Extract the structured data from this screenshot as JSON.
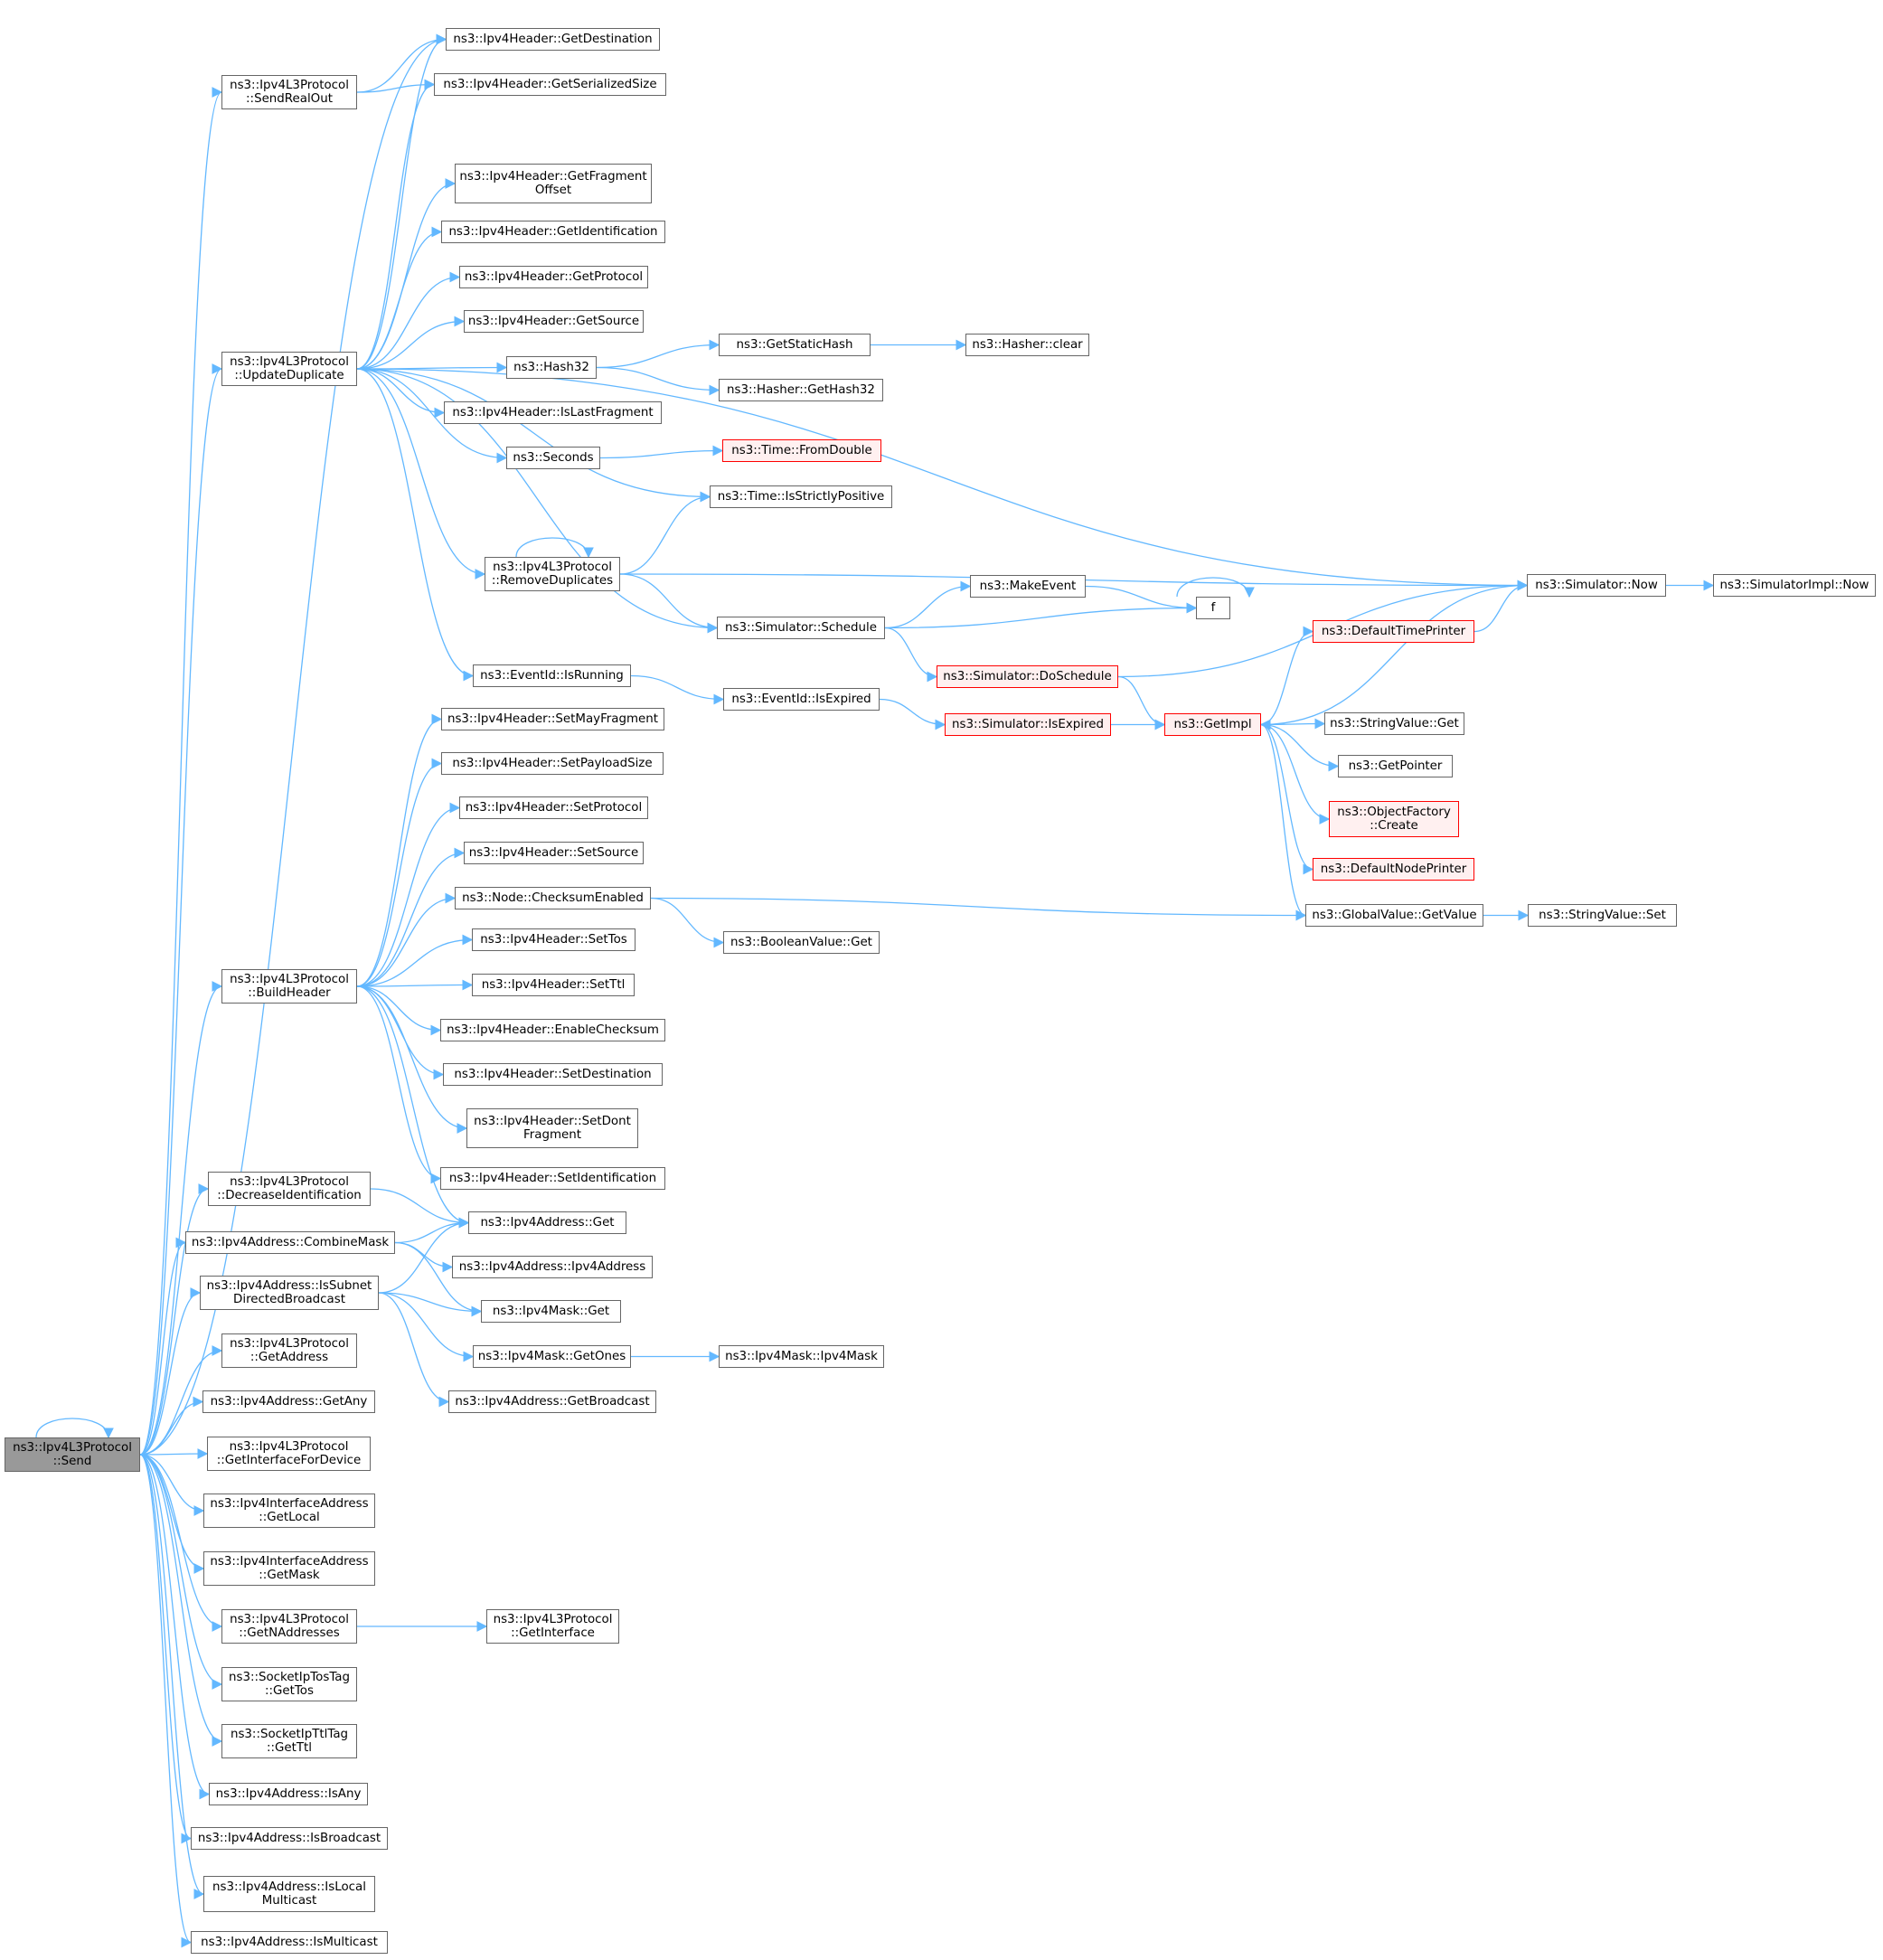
{
  "colors": {
    "edge": "#63b8ff",
    "node_border": "#666666",
    "red_border": "#ff0000",
    "red_fill": "#fff0f0",
    "root_fill": "#999999"
  },
  "nodes": [
    {
      "id": "send",
      "lines": [
        "ns3::Ipv4L3Protocol",
        "::Send"
      ],
      "style": "root"
    },
    {
      "id": "sendRealOut",
      "lines": [
        "ns3::Ipv4L3Protocol",
        "::SendRealOut"
      ]
    },
    {
      "id": "getDestination",
      "lines": [
        "ns3::Ipv4Header::GetDestination"
      ]
    },
    {
      "id": "getSerializedSize",
      "lines": [
        "ns3::Ipv4Header::GetSerializedSize"
      ]
    },
    {
      "id": "getFragmentOffset",
      "lines": [
        "ns3::Ipv4Header::GetFragment",
        "Offset"
      ]
    },
    {
      "id": "getIdentification",
      "lines": [
        "ns3::Ipv4Header::GetIdentification"
      ]
    },
    {
      "id": "getProtocol",
      "lines": [
        "ns3::Ipv4Header::GetProtocol"
      ]
    },
    {
      "id": "getSource",
      "lines": [
        "ns3::Ipv4Header::GetSource"
      ]
    },
    {
      "id": "updateDuplicate",
      "lines": [
        "ns3::Ipv4L3Protocol",
        "::UpdateDuplicate"
      ]
    },
    {
      "id": "hash32",
      "lines": [
        "ns3::Hash32"
      ]
    },
    {
      "id": "getStaticHash",
      "lines": [
        "ns3::GetStaticHash"
      ]
    },
    {
      "id": "hasherClear",
      "lines": [
        "ns3::Hasher::clear"
      ]
    },
    {
      "id": "hasherGetHash32",
      "lines": [
        "ns3::Hasher::GetHash32"
      ]
    },
    {
      "id": "isLastFragment",
      "lines": [
        "ns3::Ipv4Header::IsLastFragment"
      ]
    },
    {
      "id": "seconds",
      "lines": [
        "ns3::Seconds"
      ]
    },
    {
      "id": "fromDouble",
      "lines": [
        "ns3::Time::FromDouble"
      ],
      "style": "red"
    },
    {
      "id": "isStrictlyPositive",
      "lines": [
        "ns3::Time::IsStrictlyPositive"
      ]
    },
    {
      "id": "removeDuplicates",
      "lines": [
        "ns3::Ipv4L3Protocol",
        "::RemoveDuplicates"
      ]
    },
    {
      "id": "simNow",
      "lines": [
        "ns3::Simulator::Now"
      ]
    },
    {
      "id": "simImplNow",
      "lines": [
        "ns3::SimulatorImpl::Now"
      ]
    },
    {
      "id": "makeEvent",
      "lines": [
        "ns3::MakeEvent"
      ]
    },
    {
      "id": "f",
      "lines": [
        "f"
      ]
    },
    {
      "id": "schedule",
      "lines": [
        "ns3::Simulator::Schedule"
      ]
    },
    {
      "id": "defaultTimePrinter",
      "lines": [
        "ns3::DefaultTimePrinter"
      ],
      "style": "red"
    },
    {
      "id": "doSchedule",
      "lines": [
        "ns3::Simulator::DoSchedule"
      ],
      "style": "red"
    },
    {
      "id": "eventIsRunning",
      "lines": [
        "ns3::EventId::IsRunning"
      ]
    },
    {
      "id": "eventIsExpired",
      "lines": [
        "ns3::EventId::IsExpired"
      ]
    },
    {
      "id": "simIsExpired",
      "lines": [
        "ns3::Simulator::IsExpired"
      ],
      "style": "red"
    },
    {
      "id": "getImpl",
      "lines": [
        "ns3::GetImpl"
      ],
      "style": "red"
    },
    {
      "id": "stringValueGet",
      "lines": [
        "ns3::StringValue::Get"
      ]
    },
    {
      "id": "getPointer",
      "lines": [
        "ns3::GetPointer"
      ]
    },
    {
      "id": "objectFactoryCreate",
      "lines": [
        "ns3::ObjectFactory",
        "::Create"
      ],
      "style": "red"
    },
    {
      "id": "defaultNodePrinter",
      "lines": [
        "ns3::DefaultNodePrinter"
      ],
      "style": "red"
    },
    {
      "id": "globalGetValue",
      "lines": [
        "ns3::GlobalValue::GetValue"
      ]
    },
    {
      "id": "stringValueSet",
      "lines": [
        "ns3::StringValue::Set"
      ]
    },
    {
      "id": "setMayFragment",
      "lines": [
        "ns3::Ipv4Header::SetMayFragment"
      ]
    },
    {
      "id": "setPayloadSize",
      "lines": [
        "ns3::Ipv4Header::SetPayloadSize"
      ]
    },
    {
      "id": "setProtocol",
      "lines": [
        "ns3::Ipv4Header::SetProtocol"
      ]
    },
    {
      "id": "setSource",
      "lines": [
        "ns3::Ipv4Header::SetSource"
      ]
    },
    {
      "id": "checksumEnabled",
      "lines": [
        "ns3::Node::ChecksumEnabled"
      ]
    },
    {
      "id": "booleanValueGet",
      "lines": [
        "ns3::BooleanValue::Get"
      ]
    },
    {
      "id": "buildHeader",
      "lines": [
        "ns3::Ipv4L3Protocol",
        "::BuildHeader"
      ]
    },
    {
      "id": "setTos",
      "lines": [
        "ns3::Ipv4Header::SetTos"
      ]
    },
    {
      "id": "setTtl",
      "lines": [
        "ns3::Ipv4Header::SetTtl"
      ]
    },
    {
      "id": "enableChecksum",
      "lines": [
        "ns3::Ipv4Header::EnableChecksum"
      ]
    },
    {
      "id": "setDestination",
      "lines": [
        "ns3::Ipv4Header::SetDestination"
      ]
    },
    {
      "id": "setDontFragment",
      "lines": [
        "ns3::Ipv4Header::SetDont",
        "Fragment"
      ]
    },
    {
      "id": "setIdentification",
      "lines": [
        "ns3::Ipv4Header::SetIdentification"
      ]
    },
    {
      "id": "decreaseIdentification",
      "lines": [
        "ns3::Ipv4L3Protocol",
        "::DecreaseIdentification"
      ]
    },
    {
      "id": "ipv4AddressGet",
      "lines": [
        "ns3::Ipv4Address::Get"
      ]
    },
    {
      "id": "combineMask",
      "lines": [
        "ns3::Ipv4Address::CombineMask"
      ]
    },
    {
      "id": "ipv4AddressCtor",
      "lines": [
        "ns3::Ipv4Address::Ipv4Address"
      ]
    },
    {
      "id": "isSubnetDirectedBroadcast",
      "lines": [
        "ns3::Ipv4Address::IsSubnet",
        "DirectedBroadcast"
      ]
    },
    {
      "id": "ipv4MaskGet",
      "lines": [
        "ns3::Ipv4Mask::Get"
      ]
    },
    {
      "id": "getOnes",
      "lines": [
        "ns3::Ipv4Mask::GetOnes"
      ]
    },
    {
      "id": "ipv4MaskCtor",
      "lines": [
        "ns3::Ipv4Mask::Ipv4Mask"
      ]
    },
    {
      "id": "getAddress",
      "lines": [
        "ns3::Ipv4L3Protocol",
        "::GetAddress"
      ]
    },
    {
      "id": "getBroadcast",
      "lines": [
        "ns3::Ipv4Address::GetBroadcast"
      ]
    },
    {
      "id": "getAny",
      "lines": [
        "ns3::Ipv4Address::GetAny"
      ]
    },
    {
      "id": "getInterfaceForDevice",
      "lines": [
        "ns3::Ipv4L3Protocol",
        "::GetInterfaceForDevice"
      ]
    },
    {
      "id": "getLocal",
      "lines": [
        "ns3::Ipv4InterfaceAddress",
        "::GetLocal"
      ]
    },
    {
      "id": "getMask",
      "lines": [
        "ns3::Ipv4InterfaceAddress",
        "::GetMask"
      ]
    },
    {
      "id": "getNAddresses",
      "lines": [
        "ns3::Ipv4L3Protocol",
        "::GetNAddresses"
      ]
    },
    {
      "id": "getInterface",
      "lines": [
        "ns3::Ipv4L3Protocol",
        "::GetInterface"
      ]
    },
    {
      "id": "getTos",
      "lines": [
        "ns3::SocketIpTosTag",
        "::GetTos"
      ]
    },
    {
      "id": "getTtl",
      "lines": [
        "ns3::SocketIpTtlTag",
        "::GetTtl"
      ]
    },
    {
      "id": "isAny",
      "lines": [
        "ns3::Ipv4Address::IsAny"
      ]
    },
    {
      "id": "isBroadcast",
      "lines": [
        "ns3::Ipv4Address::IsBroadcast"
      ]
    },
    {
      "id": "isLocalMulticast",
      "lines": [
        "ns3::Ipv4Address::IsLocal",
        "Multicast"
      ]
    },
    {
      "id": "isMulticast",
      "lines": [
        "ns3::Ipv4Address::IsMulticast"
      ]
    }
  ],
  "edges": [
    [
      "send",
      "send"
    ],
    [
      "send",
      "getDestination"
    ],
    [
      "send",
      "sendRealOut"
    ],
    [
      "send",
      "updateDuplicate"
    ],
    [
      "send",
      "buildHeader"
    ],
    [
      "send",
      "decreaseIdentification"
    ],
    [
      "send",
      "combineMask"
    ],
    [
      "send",
      "isSubnetDirectedBroadcast"
    ],
    [
      "send",
      "getAddress"
    ],
    [
      "send",
      "getAny"
    ],
    [
      "send",
      "getInterfaceForDevice"
    ],
    [
      "send",
      "getLocal"
    ],
    [
      "send",
      "getMask"
    ],
    [
      "send",
      "getNAddresses"
    ],
    [
      "send",
      "getTos"
    ],
    [
      "send",
      "getTtl"
    ],
    [
      "send",
      "isAny"
    ],
    [
      "send",
      "isBroadcast"
    ],
    [
      "send",
      "isLocalMulticast"
    ],
    [
      "send",
      "isMulticast"
    ],
    [
      "sendRealOut",
      "getDestination"
    ],
    [
      "sendRealOut",
      "getSerializedSize"
    ],
    [
      "updateDuplicate",
      "getDestination"
    ],
    [
      "updateDuplicate",
      "getSerializedSize"
    ],
    [
      "updateDuplicate",
      "simNow"
    ],
    [
      "updateDuplicate",
      "getFragmentOffset"
    ],
    [
      "updateDuplicate",
      "getIdentification"
    ],
    [
      "updateDuplicate",
      "getProtocol"
    ],
    [
      "updateDuplicate",
      "getSource"
    ],
    [
      "updateDuplicate",
      "hash32"
    ],
    [
      "updateDuplicate",
      "isLastFragment"
    ],
    [
      "updateDuplicate",
      "seconds"
    ],
    [
      "updateDuplicate",
      "isStrictlyPositive"
    ],
    [
      "updateDuplicate",
      "removeDuplicates"
    ],
    [
      "updateDuplicate",
      "schedule"
    ],
    [
      "updateDuplicate",
      "eventIsRunning"
    ],
    [
      "hash32",
      "getStaticHash"
    ],
    [
      "hash32",
      "hasherGetHash32"
    ],
    [
      "getStaticHash",
      "hasherClear"
    ],
    [
      "seconds",
      "fromDouble"
    ],
    [
      "removeDuplicates",
      "removeDuplicates"
    ],
    [
      "removeDuplicates",
      "isStrictlyPositive"
    ],
    [
      "removeDuplicates",
      "simNow"
    ],
    [
      "removeDuplicates",
      "schedule"
    ],
    [
      "schedule",
      "makeEvent"
    ],
    [
      "schedule",
      "f"
    ],
    [
      "schedule",
      "doSchedule"
    ],
    [
      "makeEvent",
      "f"
    ],
    [
      "f",
      "f"
    ],
    [
      "doSchedule",
      "simNow"
    ],
    [
      "doSchedule",
      "getImpl"
    ],
    [
      "simNow",
      "simImplNow"
    ],
    [
      "simNow",
      "getImpl"
    ],
    [
      "eventIsRunning",
      "eventIsExpired"
    ],
    [
      "eventIsExpired",
      "simIsExpired"
    ],
    [
      "simIsExpired",
      "getImpl"
    ],
    [
      "getImpl",
      "defaultTimePrinter"
    ],
    [
      "getImpl",
      "stringValueGet"
    ],
    [
      "getImpl",
      "getPointer"
    ],
    [
      "getImpl",
      "objectFactoryCreate"
    ],
    [
      "getImpl",
      "defaultNodePrinter"
    ],
    [
      "getImpl",
      "globalGetValue"
    ],
    [
      "defaultTimePrinter",
      "simNow"
    ],
    [
      "globalGetValue",
      "stringValueSet"
    ],
    [
      "buildHeader",
      "setMayFragment"
    ],
    [
      "buildHeader",
      "setPayloadSize"
    ],
    [
      "buildHeader",
      "setProtocol"
    ],
    [
      "buildHeader",
      "setSource"
    ],
    [
      "buildHeader",
      "checksumEnabled"
    ],
    [
      "buildHeader",
      "setTos"
    ],
    [
      "buildHeader",
      "setTtl"
    ],
    [
      "buildHeader",
      "enableChecksum"
    ],
    [
      "buildHeader",
      "setDestination"
    ],
    [
      "buildHeader",
      "setDontFragment"
    ],
    [
      "buildHeader",
      "setIdentification"
    ],
    [
      "buildHeader",
      "ipv4AddressGet"
    ],
    [
      "checksumEnabled",
      "globalGetValue"
    ],
    [
      "checksumEnabled",
      "booleanValueGet"
    ],
    [
      "decreaseIdentification",
      "ipv4AddressGet"
    ],
    [
      "combineMask",
      "ipv4AddressGet"
    ],
    [
      "combineMask",
      "ipv4AddressCtor"
    ],
    [
      "combineMask",
      "ipv4MaskGet"
    ],
    [
      "isSubnetDirectedBroadcast",
      "ipv4AddressGet"
    ],
    [
      "isSubnetDirectedBroadcast",
      "ipv4MaskGet"
    ],
    [
      "isSubnetDirectedBroadcast",
      "getOnes"
    ],
    [
      "isSubnetDirectedBroadcast",
      "getBroadcast"
    ],
    [
      "getOnes",
      "ipv4MaskCtor"
    ],
    [
      "getNAddresses",
      "getInterface"
    ]
  ]
}
